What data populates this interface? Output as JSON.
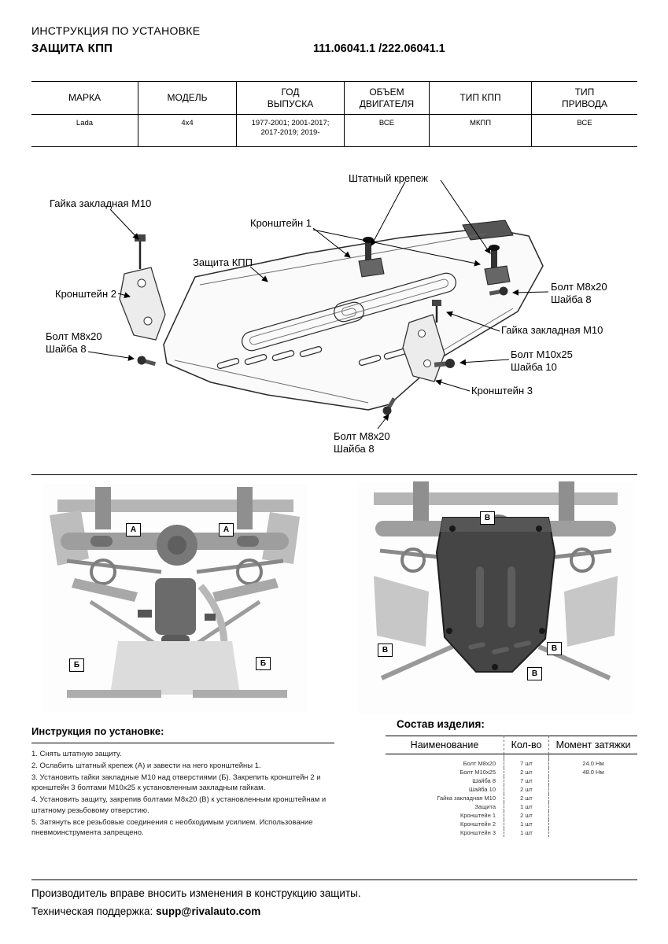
{
  "header": {
    "doc_type": "ИНСТРУКЦИЯ ПО УСТАНОВКЕ",
    "product": "ЗАЩИТА КПП",
    "part_numbers": "111.06041.1 /222.06041.1"
  },
  "spec_table": {
    "columns": [
      {
        "label": "МАРКА",
        "value": "Lada"
      },
      {
        "label": "МОДЕЛЬ",
        "value": "4x4"
      },
      {
        "label": "ГОД\nВЫПУСКА",
        "value": "1977-2001; 2001-2017;\n2017-2019; 2019-"
      },
      {
        "label": "ОБЪЕМ\nДВИГАТЕЛЯ",
        "value": "ВСЕ"
      },
      {
        "label": "ТИП КПП",
        "value": "МКПП"
      },
      {
        "label": "ТИП\nПРИВОДА",
        "value": "ВСЕ"
      }
    ]
  },
  "diagram": {
    "callouts": [
      {
        "text": "Штатный крепеж"
      },
      {
        "text": "Гайка закладная М10"
      },
      {
        "text": "Кронштейн 1"
      },
      {
        "text": "Защита КПП"
      },
      {
        "text": "Кронштейн 2"
      },
      {
        "text": "Болт М8х20\nШайба 8"
      },
      {
        "text": "Болт М8х20\nШайба 8"
      },
      {
        "text": "Гайка закладная М10"
      },
      {
        "text": "Болт М10х25\nШайба 10"
      },
      {
        "text": "Кронштейн 3"
      },
      {
        "text": "Болт М8х20\nШайба 8"
      }
    ]
  },
  "photos": {
    "left_markers": [
      {
        "letter": "А"
      },
      {
        "letter": "А"
      },
      {
        "letter": "Б"
      },
      {
        "letter": "Б"
      }
    ],
    "right_markers": [
      {
        "letter": "В"
      },
      {
        "letter": "В"
      },
      {
        "letter": "В"
      },
      {
        "letter": "В"
      }
    ]
  },
  "instructions": {
    "title": "Инструкция по установке:",
    "steps": [
      "1. Снять штатную защиту.",
      "2. Ослабить штатный крепеж (А) и завести на него кронштейны 1.",
      "3. Установить гайки закладные М10 над отверстиями (Б). Закрепить кронштейн 2 и кронштейн 3 болтами М10х25 к установленным закладным гайкам.",
      "4. Установить защиту, закрепив болтами М8х20 (В) к установленным кронштейнам и штатному резьбовому отверстию.",
      "5. Затянуть все резьбовые соединения с необходимым усилием. Использование пневмоинструмента запрещено."
    ]
  },
  "composition": {
    "title": "Состав изделия:",
    "headers": [
      "Наименование",
      "Кол-во",
      "Момент затяжки"
    ],
    "rows": [
      {
        "name": "Болт М8х20",
        "qty": "7 шт",
        "torque": "24.0 Нм"
      },
      {
        "name": "Болт М10х25",
        "qty": "2 шт",
        "torque": "48.0 Нм"
      },
      {
        "name": "Шайба 8",
        "qty": "7 шт",
        "torque": ""
      },
      {
        "name": "Шайба 10",
        "qty": "2 шт",
        "torque": ""
      },
      {
        "name": "Гайка закладная М10",
        "qty": "2 шт",
        "torque": ""
      },
      {
        "name": "Защита",
        "qty": "1 шт",
        "torque": ""
      },
      {
        "name": "Кронштейн 1",
        "qty": "2 шт",
        "torque": ""
      },
      {
        "name": "Кронштейн 2",
        "qty": "1 шт",
        "torque": ""
      },
      {
        "name": "Кронштейн 3",
        "qty": "1 шт",
        "torque": ""
      }
    ]
  },
  "footer": {
    "line1": "Производитель вправе вносить изменения в конструкцию защиты.",
    "support_label": "Техническая поддержка:",
    "support_email": "supp@rivalauto.com"
  }
}
